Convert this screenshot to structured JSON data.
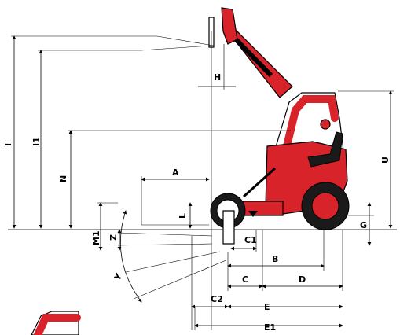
{
  "diagram": {
    "accent_color": "#d8232a",
    "labels": {
      "I": "I",
      "I1": "I1",
      "N": "N",
      "H": "H",
      "U": "U",
      "A": "A",
      "L": "L",
      "M1": "M1",
      "Z": "Z",
      "Y": "Y",
      "G": "G",
      "C1": "C1",
      "B": "B",
      "C": "C",
      "D": "D",
      "C2": "C2",
      "E": "E",
      "E1": "E1"
    }
  }
}
